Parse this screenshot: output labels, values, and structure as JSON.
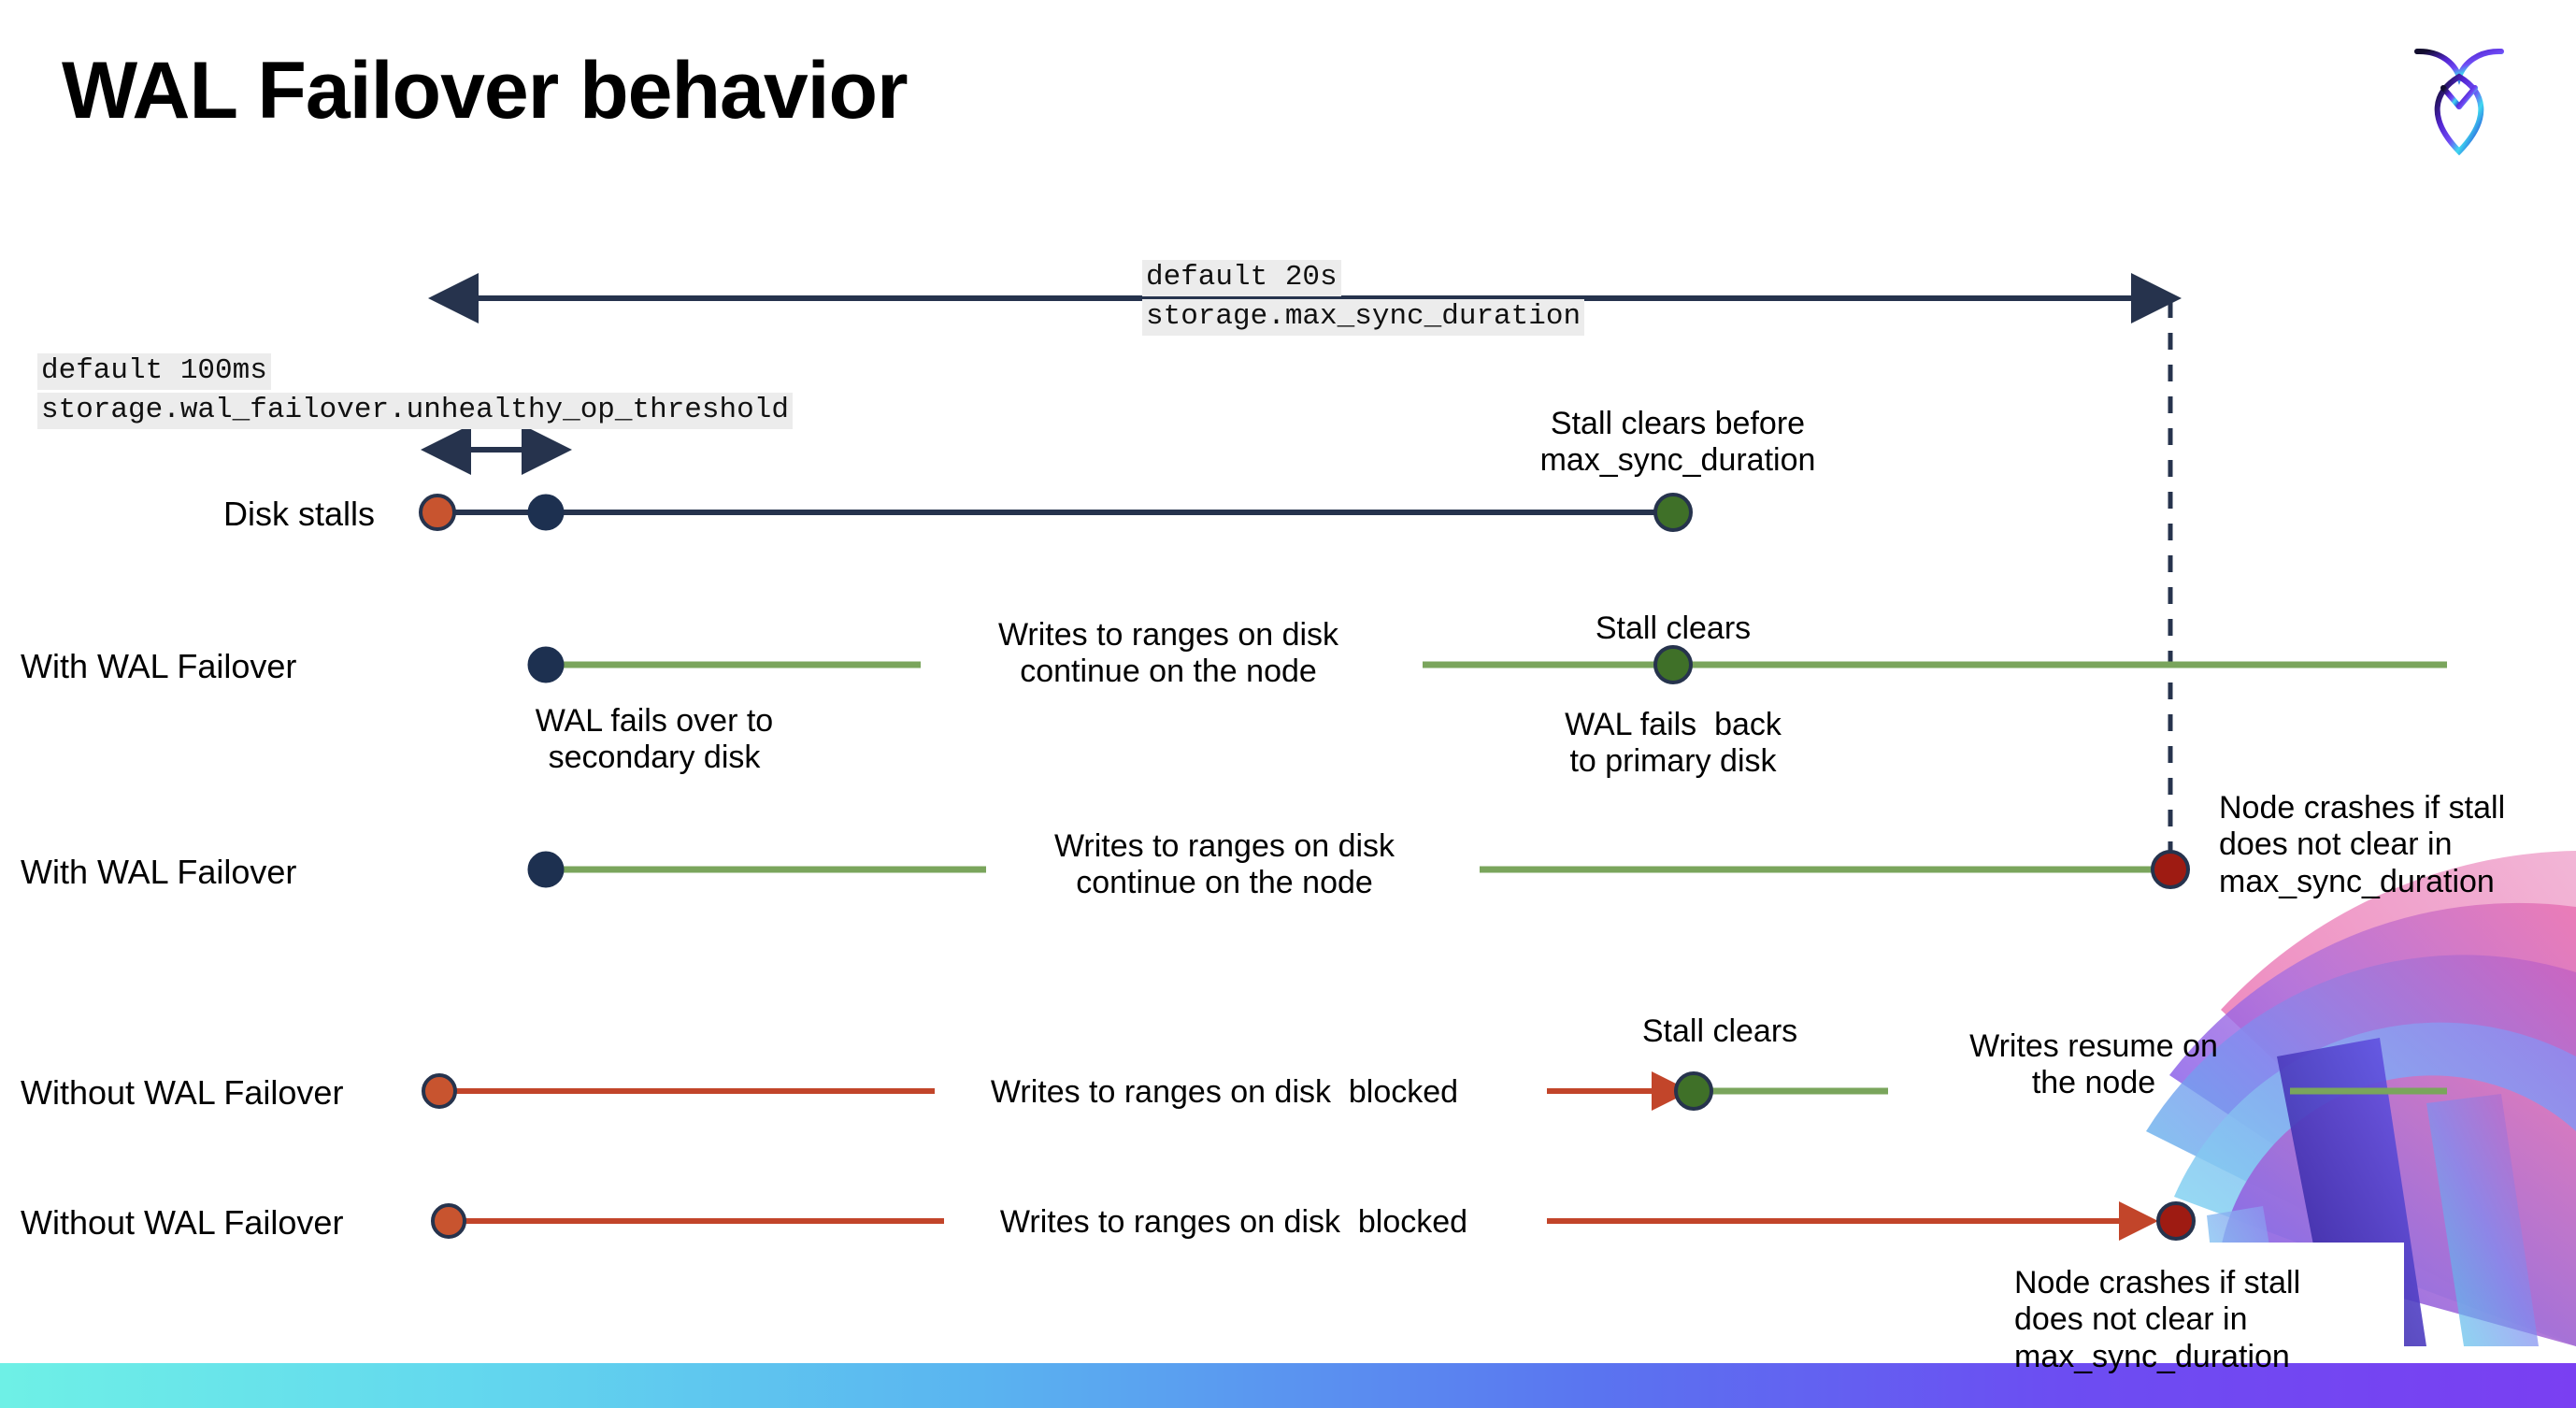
{
  "slide": {
    "title": "WAL Failover behavior",
    "logo_name": "cockroachdb-logo"
  },
  "settings": {
    "max_sync": {
      "default_line": "default 20s",
      "setting_line": "storage.max_sync_duration"
    },
    "unhealthy": {
      "default_line": "default 100ms",
      "setting_line": "storage.wal_failover.unhealthy_op_threshold"
    }
  },
  "rows": [
    {
      "id": "disk-stalls",
      "label": "Disk stalls"
    },
    {
      "id": "with-wal-failover-1",
      "label": "With WAL Failover"
    },
    {
      "id": "with-wal-failover-2",
      "label": "With WAL Failover"
    },
    {
      "id": "without-wal-failover-1",
      "label": "Without WAL Failover"
    },
    {
      "id": "without-wal-failover-2",
      "label": "Without WAL Failover"
    }
  ],
  "annotations": {
    "stall_clears_before": "Stall clears before\nmax_sync_duration",
    "writes_continue_1": "Writes to ranges on disk\ncontinue on the node",
    "stall_clears_1": "Stall clears",
    "wal_fails_over": "WAL fails over to\nsecondary disk",
    "wal_fails_back": "WAL fails  back\nto primary disk",
    "writes_continue_2": "Writes to ranges on disk\ncontinue on the node",
    "node_crashes_1": "Node crashes if stall\ndoes not clear in\nmax_sync_duration",
    "writes_blocked_1": "Writes to ranges on disk  blocked",
    "stall_clears_2": "Stall clears",
    "writes_resume": "Writes resume on\nthe node",
    "writes_blocked_2": "Writes to ranges on disk  blocked",
    "node_crashes_2": "Node crashes if stall\ndoes not clear in\nmax_sync_duration"
  },
  "colors": {
    "navy": "#26334d",
    "green_line": "#7aa55c",
    "green_dot": "#3f7028",
    "red_line": "#c2452a",
    "red_dot_start": "#c8542f",
    "red_dot_crash": "#9e1b12",
    "code_bg": "#ececec",
    "gradient_start": "#6ef0e6",
    "gradient_end": "#7a3ff2"
  }
}
